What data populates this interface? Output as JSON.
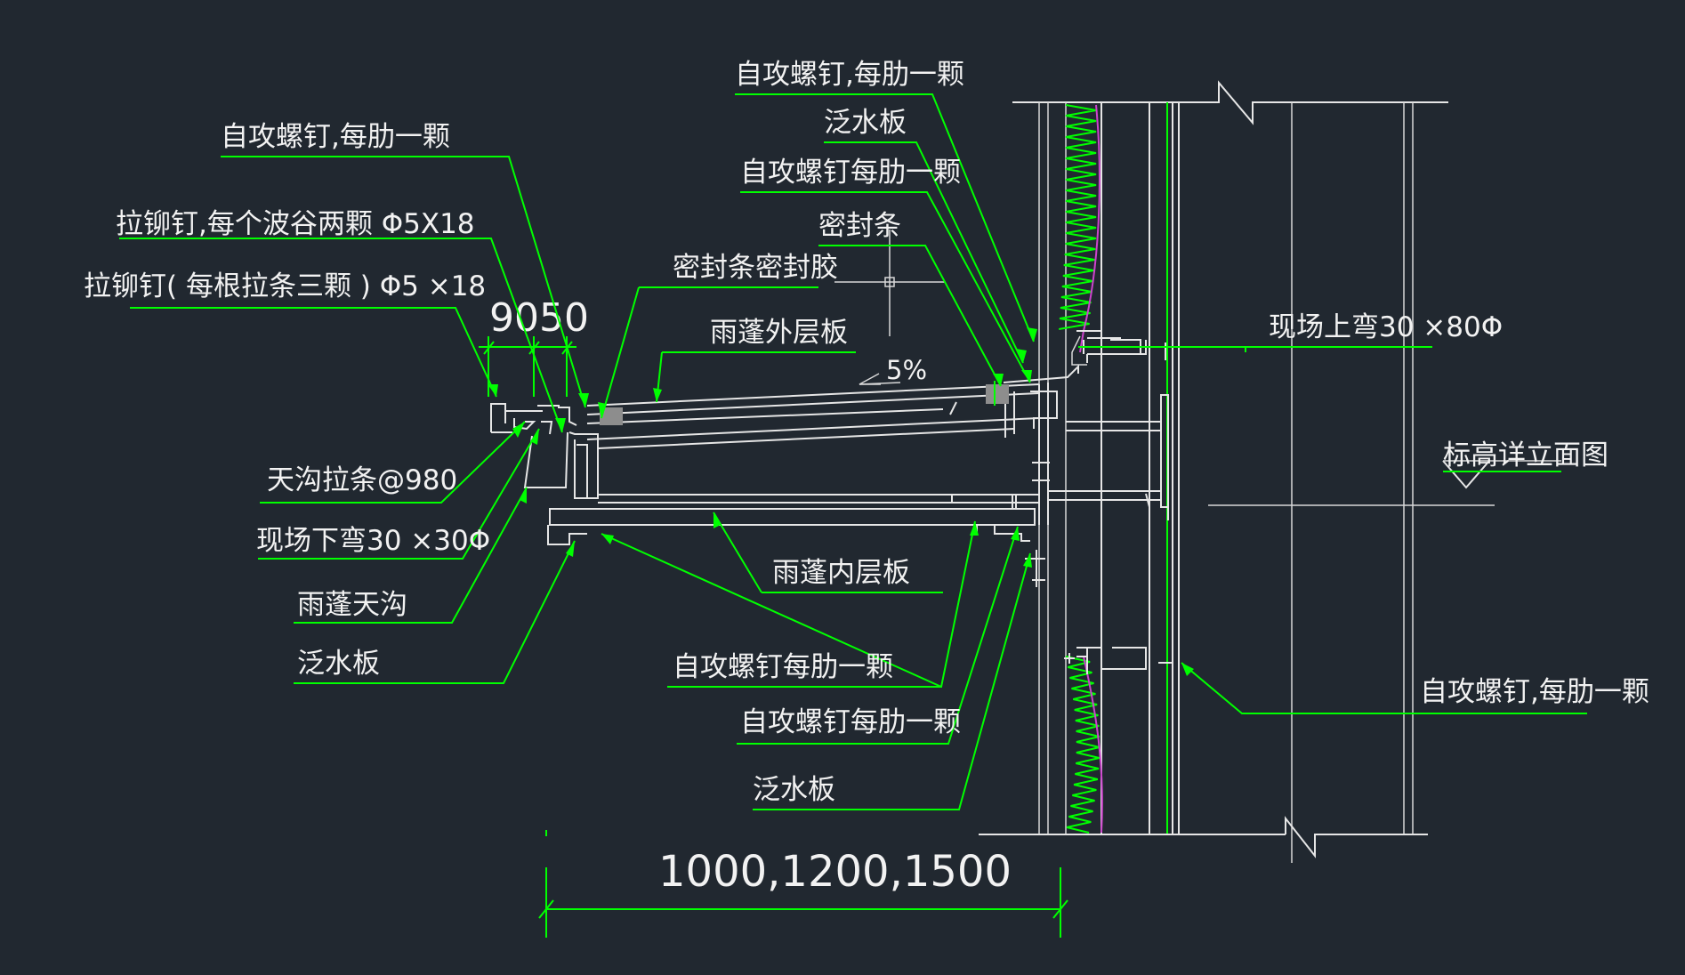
{
  "colors": {
    "background": "#212830",
    "leader": "#00ff00",
    "outline": "#e6e6e6",
    "text": "#f2f2f2",
    "insulation": "#00ff00",
    "membrane": "#cc44cc"
  },
  "labels": {
    "screw_top_right": "自攻螺钉,每肋一颗",
    "flashing_top": "泛水板",
    "screw_mid_top": "自攻螺钉每肋一颗",
    "seal_strip": "密封条",
    "sealant": "密封条密封胶",
    "canopy_outer": "雨蓬外层板",
    "bend_up": "现场上弯30 ×80Φ",
    "elevation": "标高详立面图",
    "screw_left_top": "自攻螺钉,每肋一颗",
    "rivet_valley": "拉铆钉,每个波谷两颗 Φ5X18",
    "rivet_strip": "拉铆钉( 每根拉条三颗 ) Φ5 ×18",
    "gutter_strip": "天沟拉条@980",
    "bend_down": "现场下弯30 ×30Φ",
    "canopy_gutter": "雨蓬天沟",
    "flashing_left": "泛水板",
    "canopy_inner": "雨蓬内层板",
    "screw_bottom_1": "自攻螺钉每肋一颗",
    "screw_bottom_2": "自攻螺钉每肋一颗",
    "flashing_bottom": "泛水板",
    "screw_right_bottom": "自攻螺钉,每肋一颗"
  },
  "dims": {
    "top_dim": "9050",
    "slope": "5%",
    "bottom_dim": "1000,1200,1500"
  }
}
